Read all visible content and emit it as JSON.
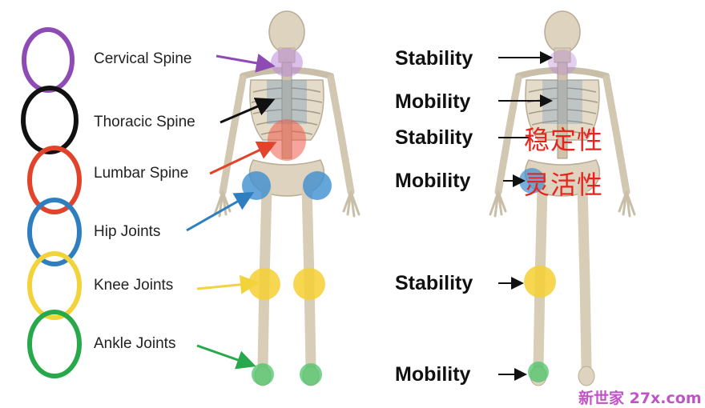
{
  "left_labels": [
    {
      "text": "Cervical Spine",
      "color": "#8e4bb5"
    },
    {
      "text": "Thoracic Spine",
      "color": "#111111"
    },
    {
      "text": "Lumbar Spine",
      "color": "#e2432b"
    },
    {
      "text": "Hip Joints",
      "color": "#2f7fc0"
    },
    {
      "text": "Knee Joints",
      "color": "#f2d33a"
    },
    {
      "text": "Ankle Joints",
      "color": "#27a84a"
    }
  ],
  "right_labels": [
    "Stability",
    "Mobility",
    "Stability",
    "Mobility",
    "Stability",
    "Mobility"
  ],
  "chinese_overlay": {
    "stability": "稳定性",
    "mobility": "灵活性"
  },
  "watermark": "新世家 27x.com",
  "colors": {
    "bone": "#ddd3bf",
    "bone_edge": "#b8ad96",
    "text_red": "#e8231e",
    "watermark": "#c054c6"
  }
}
